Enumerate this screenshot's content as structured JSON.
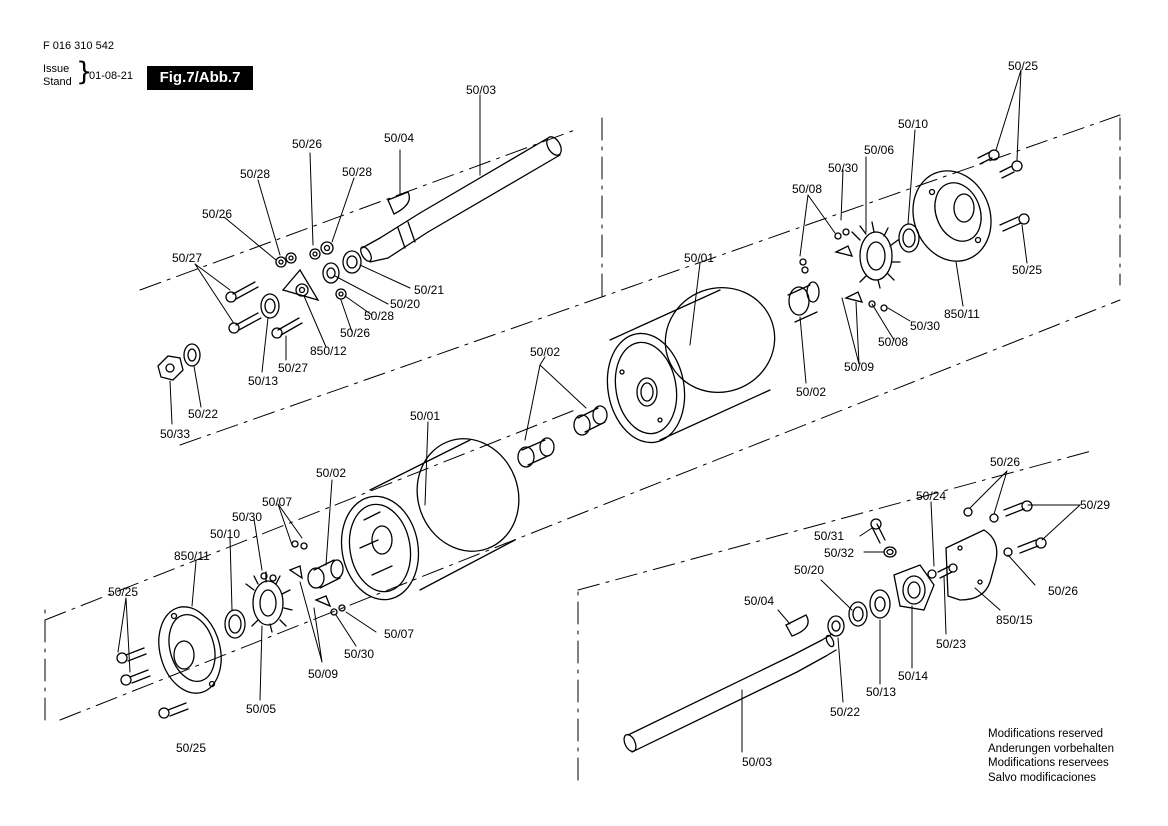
{
  "header": {
    "doc_number": "F 016 310 542",
    "issue_label": "Issue",
    "stand_label": "Stand",
    "brace": "}",
    "date": "01-08-21",
    "figure_label": "Fig.7/Abb.7"
  },
  "notes": [
    "Modifications reserved",
    "Anderungen vorbehalten",
    "Modifications reservees",
    "Salvo modificaciones"
  ],
  "callouts": [
    "50/03",
    "50/04",
    "50/26",
    "50/28",
    "50/28",
    "50/26",
    "50/27",
    "50/21",
    "50/20",
    "50/28",
    "50/26",
    "850/12",
    "50/27",
    "50/13",
    "50/22",
    "50/33",
    "50/25",
    "50/10",
    "50/06",
    "50/30",
    "50/08",
    "50/01",
    "50/25",
    "850/11",
    "50/30",
    "50/08",
    "50/02",
    "50/09",
    "50/02",
    "50/01",
    "50/02",
    "50/07",
    "50/30",
    "50/10",
    "850/11",
    "50/25",
    "50/25",
    "50/05",
    "50/09",
    "50/07",
    "50/30",
    "50/26",
    "50/24",
    "50/29",
    "50/31",
    "50/32",
    "50/20",
    "50/04",
    "50/26",
    "850/15",
    "50/23",
    "50/14",
    "50/13",
    "50/22",
    "50/03"
  ],
  "colors": {
    "ink": "#000000",
    "background": "#ffffff",
    "label_box": "#000000",
    "label_text": "#ffffff"
  }
}
